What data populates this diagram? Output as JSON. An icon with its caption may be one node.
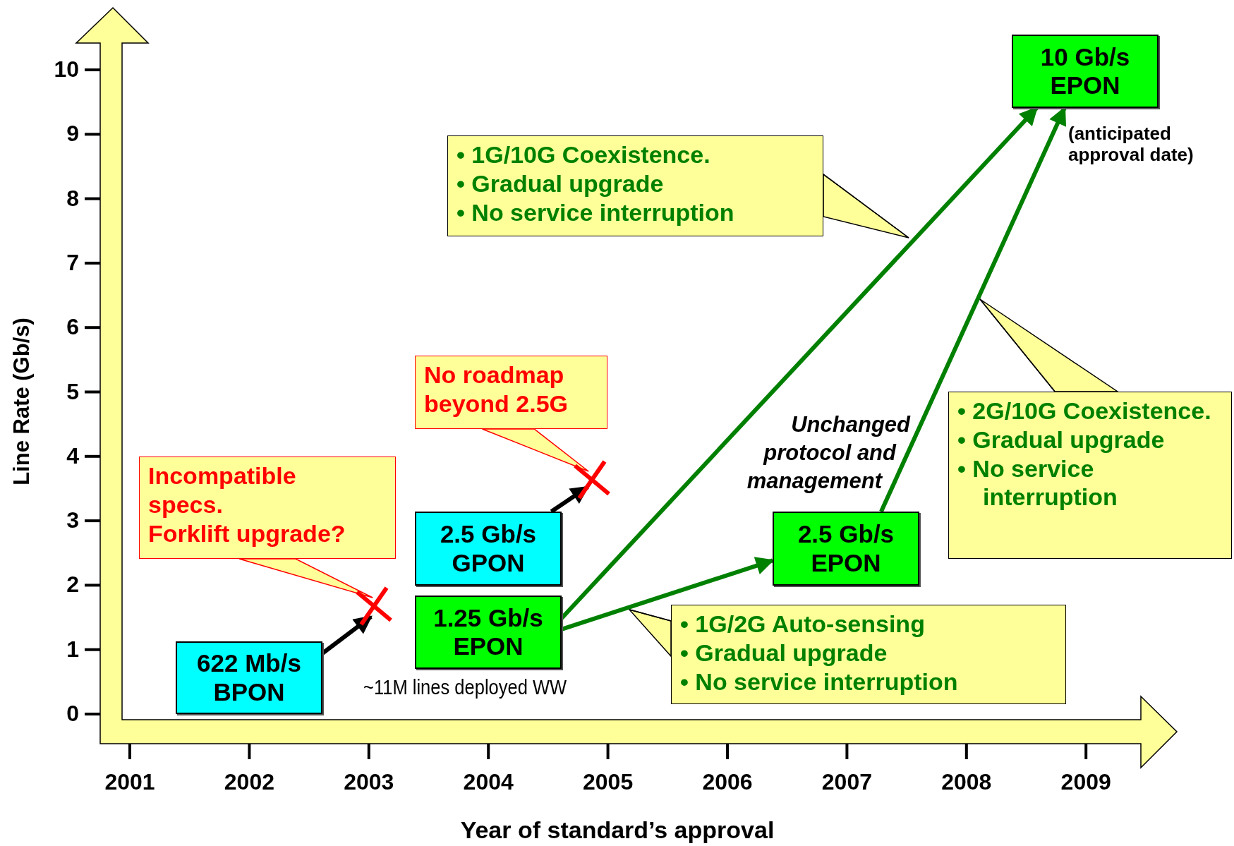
{
  "diagram": {
    "nodes": [
      {
        "text": [
          "622 Mb/s BPON"
        ]
      },
      {
        "text": [],
        "shape": "cross"
      },
      {
        "text": [
          "Incompatible specs.",
          "Forklift upgrade?"
        ]
      },
      {
        "text": [
          "2.5 Gb/s GPON"
        ]
      },
      {
        "text": [],
        "shape": "cross"
      },
      {
        "text": [
          "No roadmap beyond 2.5G"
        ]
      },
      {
        "text": [
          "1.25 Gb/s EPON"
        ],
        "beside": [
          "~11M lines deployed WW"
        ]
      },
      {
        "text": [
          "2.5 Gb/s EPON"
        ]
      },
      {
        "text": [
          "10 Gb/s EPON"
        ],
        "beside": [
          "(anticipated approval date)"
        ]
      },
      {
        "text": [
          "• 1G/10G Coexistence.",
          "• Gradual upgrade",
          "• No service interruption"
        ]
      },
      {
        "text": [
          "• 2G/10G Coexistence.",
          "• Gradual upgrade",
          "• No service interruption"
        ]
      },
      {
        "text": [
          "• 1G/2G Auto-sensing",
          "• Gradual upgrade",
          "• No service interruption"
        ]
      }
    ],
    "edges": [
      {
        "from": 0,
        "to": 1,
        "arrow": "to",
        "color": "#000000"
      },
      {
        "from": 2,
        "to": 1,
        "arrow": "none",
        "color": "#ff0000"
      },
      {
        "from": 3,
        "to": 4,
        "arrow": "to",
        "color": "#000000"
      },
      {
        "from": 5,
        "to": 4,
        "arrow": "none",
        "color": "#ff0000"
      },
      {
        "from": 6,
        "to": 7,
        "arrow": "to",
        "color": "#008000"
      },
      {
        "from": 6,
        "to": 8,
        "arrow": "to",
        "color": "#008000"
      },
      {
        "from": 7,
        "to": 8,
        "arrow": "to",
        "color": "#008000"
      },
      {
        "from": 9,
        "to": null,
        "arrow": "none",
        "color": "#000000"
      },
      {
        "from": 10,
        "to": null,
        "arrow": "none",
        "color": "#000000"
      },
      {
        "from": 11,
        "to": null,
        "arrow": "none",
        "color": "#000000"
      }
    ],
    "labels": [
      "10",
      "9",
      "8",
      "7",
      "6",
      "5",
      "4",
      "3",
      "2",
      "1",
      "0",
      "Line Rate (Gb/s)",
      "Unchanged protocol and management",
      "2001",
      "2002",
      "2003",
      "2004",
      "2005",
      "2006",
      "2007",
      "2008",
      "2009",
      "Year of standard’s approval"
    ]
  }
}
